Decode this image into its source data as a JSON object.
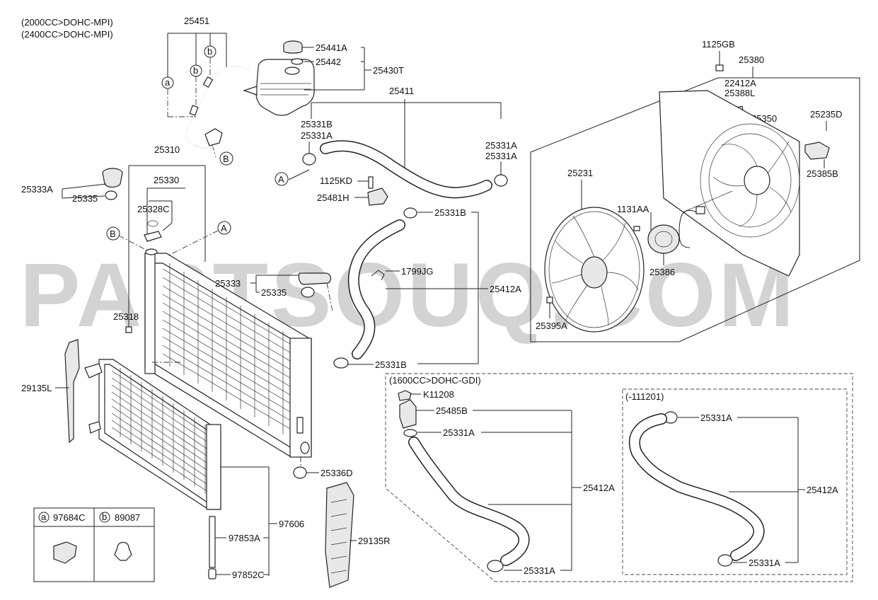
{
  "notes": {
    "engine_1": "(2000CC>DOHC-MPI)",
    "engine_2": "(2400CC>DOHC-MPI)",
    "engine_3": "(1600CC>DOHC-GDI)",
    "date_range": "(-111201)"
  },
  "watermark": "PARTSOUQ.COM",
  "callouts": {
    "a": "a",
    "b": "b",
    "A": "A",
    "B": "B"
  },
  "labels": {
    "p25451": "25451",
    "p25441A": "25441A",
    "p25442": "25442",
    "p25430T": "25430T",
    "p25411": "25411",
    "p25310": "25310",
    "p25330": "25330",
    "p25333A": "25333A",
    "p25335_top": "25335",
    "p25328C": "25328C",
    "p25331B_l1": "25331B",
    "p25331A_l2": "25331A",
    "p25331A_r1": "25331A",
    "p25331A_r2": "25331A",
    "p1125KD": "1125KD",
    "p25481H": "25481H",
    "p25331B_mid": "25331B",
    "p1799JG": "1799JG",
    "p25333": "25333",
    "p25335_mid": "25335",
    "p25412A_main": "25412A",
    "p25318": "25318",
    "p25331B_low": "25331B",
    "p29135L": "29135L",
    "p25336D": "25336D",
    "p97606": "97606",
    "p97853A": "97853A",
    "p97852C": "97852C",
    "p29135R": "29135R",
    "p1125GB": "1125GB",
    "p25380": "25380",
    "p22412A": "22412A",
    "p25388L": "25388L",
    "p25350": "25350",
    "p25235D": "25235D",
    "p25385B": "25385B",
    "p25231": "25231",
    "p1131AA": "1131AA",
    "p25386": "25386",
    "p25395A": "25395A",
    "p_K11208": "K11208",
    "p25485B": "25485B",
    "p25331A_gdi1": "25331A",
    "p25412A_gdi": "25412A",
    "p25331A_gdi2": "25331A",
    "p25331A_sub1": "25331A",
    "p25412A_sub": "25412A",
    "p25331A_sub2": "25331A"
  },
  "legend": {
    "a_code": "97684C",
    "b_code": "89087"
  }
}
